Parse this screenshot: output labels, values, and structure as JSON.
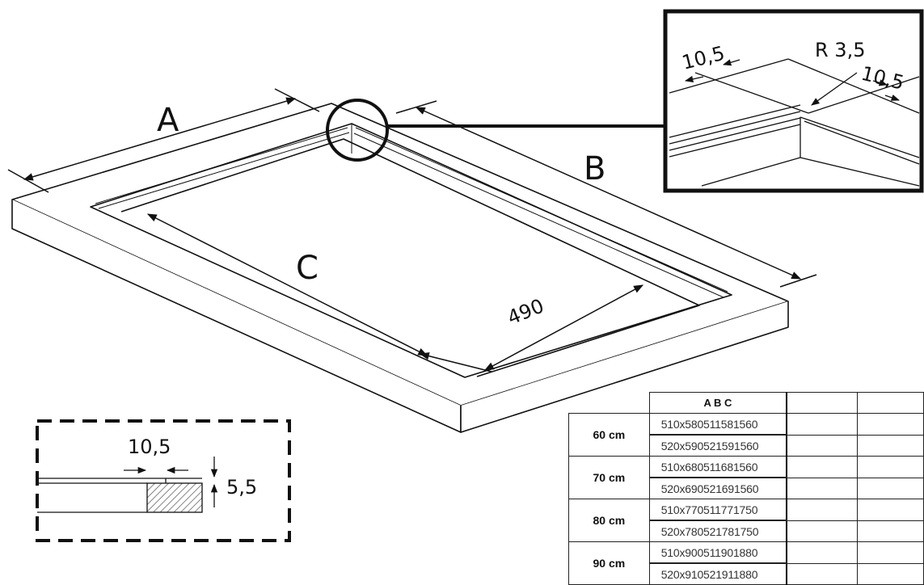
{
  "labels": {
    "length_a": "A",
    "width_b": "B",
    "inner_c": "C",
    "rim_dimension": "490"
  },
  "detail_view": {
    "edge_left": "10,5",
    "edge_right": "10,5",
    "radius": "R 3,5"
  },
  "cross_section": {
    "width": "10,5",
    "height": "5,5"
  },
  "size_table": {
    "headers": [
      "A B C",
      "",
      ""
    ],
    "groups": [
      {
        "label": "60 cm",
        "rows": [
          {
            "code": "510x580",
            "values": "511581560"
          },
          {
            "code": "520x590",
            "values": "521591560"
          }
        ]
      },
      {
        "label": "70 cm",
        "rows": [
          {
            "code": "510x680",
            "values": "511681560"
          },
          {
            "code": "520x690",
            "values": "521691560"
          }
        ]
      },
      {
        "label": "80 cm",
        "rows": [
          {
            "code": "510x770",
            "values": "511771750"
          },
          {
            "code": "520x780",
            "values": "521781750"
          }
        ]
      },
      {
        "label": "90 cm",
        "rows": [
          {
            "code": "510x900",
            "values": "511901880"
          },
          {
            "code": "520x910",
            "values": "521911880"
          }
        ]
      }
    ]
  },
  "colors": {
    "line": "#111111",
    "background": "#ffffff",
    "hatch": "#555555"
  }
}
